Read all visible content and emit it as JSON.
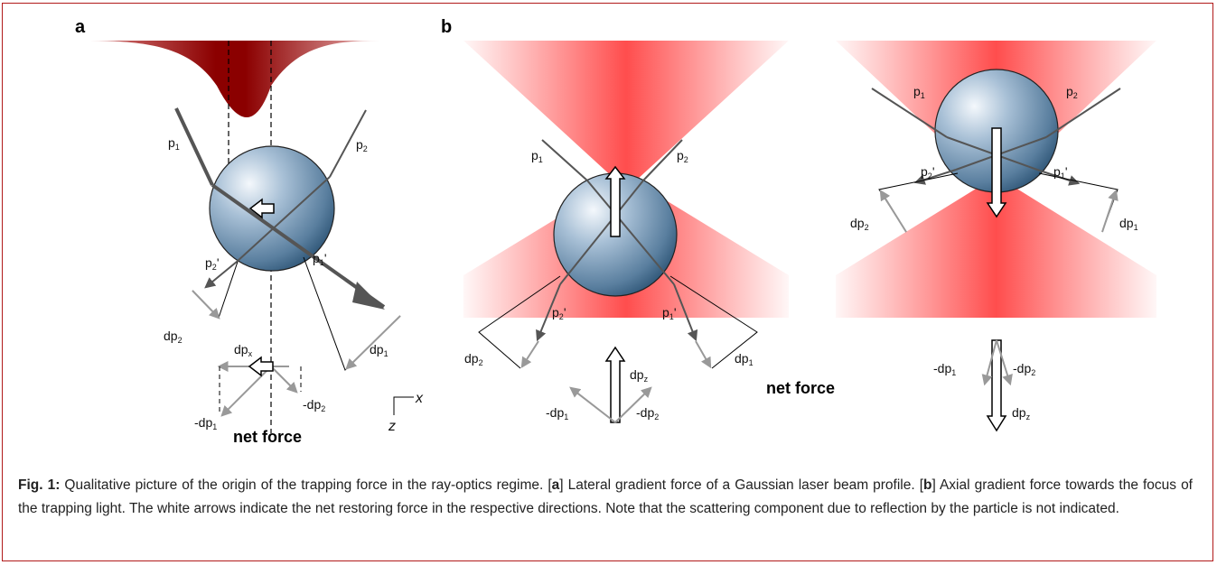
{
  "panels": {
    "a": "a",
    "b": "b"
  },
  "labels": {
    "p1": "p",
    "p2": "p",
    "sub1": "1",
    "sub2": "2",
    "prime": "'",
    "dp": "dp",
    "neg_dp": "-dp",
    "sub_x": "x",
    "sub_z": "z",
    "axis_x": "x",
    "axis_z": "z",
    "net_force": "net force"
  },
  "colors": {
    "frame": "#b11a1a",
    "beam_red": "#ff4d4d",
    "gaussian_dark": "#8b0000",
    "sphere_light": "#f4f8fc",
    "sphere_dark": "#2f5677",
    "ray_dark": "#555555",
    "arrow_grey": "#999999"
  },
  "caption": {
    "fig_label": "Fig. 1:",
    "text_1": " Qualitative picture of the origin of the trapping force in the ray-optics regime. [",
    "a_ref": "a",
    "text_2": "] Lateral gradient force of a Gaussian laser beam profile. [",
    "b_ref": "b",
    "text_3": "] Axial gradient force towards the focus of the trapping light. The white arrows indicate the net restoring force in the respective directions. Note that the scattering component due to reflection by the particle is not indicated."
  }
}
